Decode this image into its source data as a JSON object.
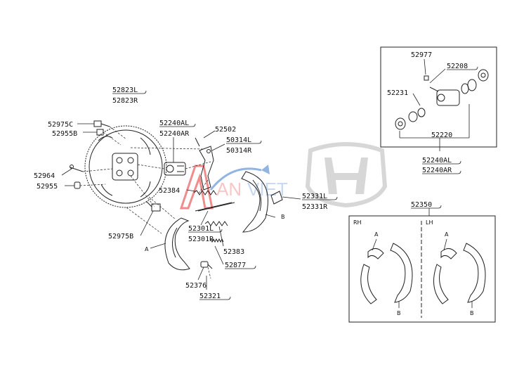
{
  "part_labels": {
    "p52823L": "52823L",
    "p52823R": "52823R",
    "p52975C": "52975C",
    "p52955B": "52955B",
    "p52964": "52964",
    "p52955": "52955",
    "p52975B": "52975B",
    "p52240AL_left": "52240AL",
    "p52240AR_left": "52240AR",
    "p52502": "52502",
    "p50314L": "50314L",
    "p50314R": "50314R",
    "p52384": "52384",
    "p52331L": "52331L",
    "p52331R": "52331R",
    "p52301L": "52301L",
    "p52301R": "52301R",
    "p52383": "52383",
    "p52877": "52877",
    "p52376": "52376",
    "p52321": "52321",
    "p52977": "52977",
    "p52208": "52208",
    "p52231": "52231",
    "p52220": "52220",
    "p52240AL_right": "52240AL",
    "p52240AR_right": "52240AR",
    "p52350": "52350"
  },
  "callouts": {
    "shoe_a": "A",
    "shoe_b": "B",
    "rh": "RH",
    "lh": "LH",
    "rh_a": "A",
    "rh_b": "B",
    "lh_a": "A",
    "lh_b": "B"
  },
  "watermark": {
    "text": "AN VIET",
    "brand": "HONDA"
  },
  "colors": {
    "line": "#222222",
    "watermark_red": "#e53030",
    "watermark_blue": "#3a78c8",
    "watermark_gray": "#b8b8b8"
  }
}
